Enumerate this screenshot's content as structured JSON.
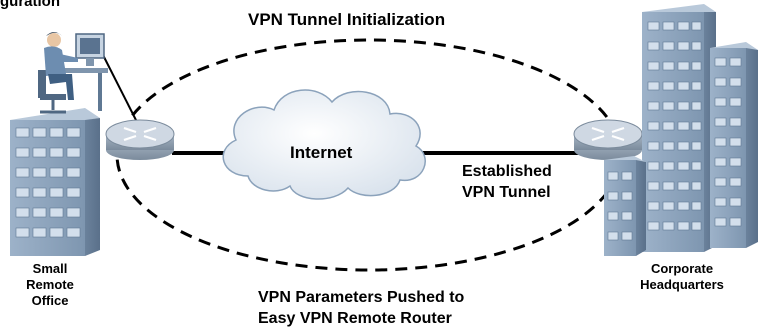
{
  "labels": {
    "top_fragment": "guration",
    "tunnel_initialization": "VPN Tunnel Initialization",
    "internet": "Internet",
    "established_line1": "Established",
    "established_line2": "VPN Tunnel",
    "params_line1": "VPN Parameters Pushed to",
    "params_line2": "Easy VPN Remote Router",
    "remote_office_line1": "Small",
    "remote_office_line2": "Remote",
    "remote_office_line3": "Office",
    "hq_line1": "Corporate",
    "hq_line2": "Headquarters"
  },
  "colors": {
    "building_face": "#8fa6bf",
    "building_side": "#6f86a0",
    "building_top": "#b9c9da",
    "window": "#c8d6e6",
    "cloud": "#e8eef5",
    "cloud_stroke": "#8ba2bb",
    "router_top": "#c9d3df",
    "router_side": "#8f9eae",
    "person": "#6d8db0"
  }
}
